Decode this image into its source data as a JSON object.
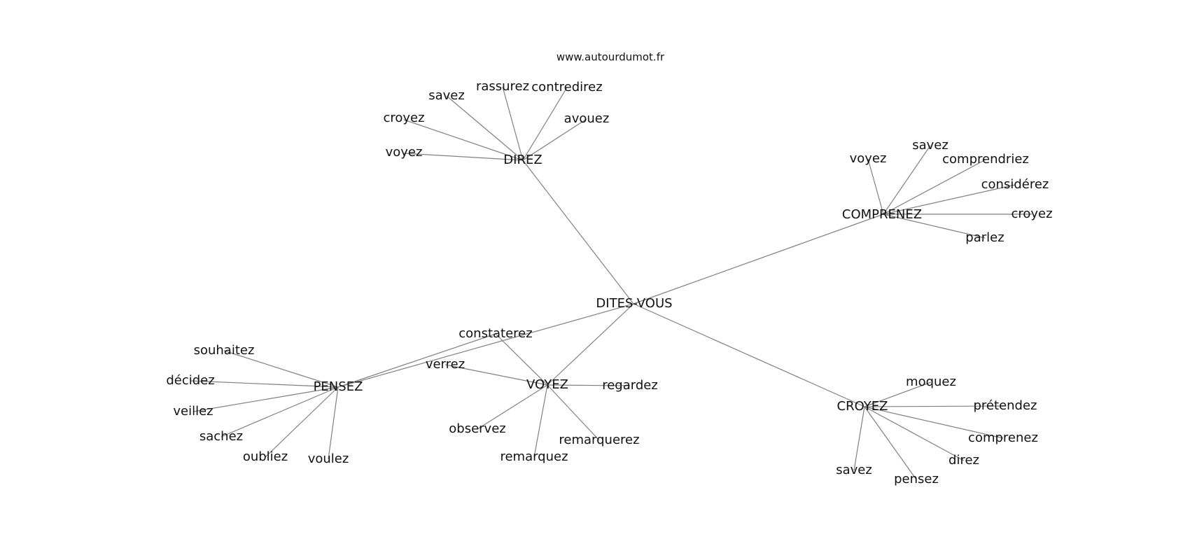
{
  "site": "www.autourdumot.fr",
  "graph": {
    "center": "DITES-VOUS",
    "hubs": [
      {
        "label": "DIREZ",
        "words": [
          "voyez",
          "croyez",
          "savez",
          "rassurez",
          "contredirez",
          "avouez"
        ]
      },
      {
        "label": "COMPRENEZ",
        "words": [
          "voyez",
          "savez",
          "comprendriez",
          "considérez",
          "croyez",
          "parlez"
        ]
      },
      {
        "label": "CROYEZ",
        "words": [
          "moquez",
          "prétendez",
          "comprenez",
          "direz",
          "pensez",
          "savez"
        ]
      },
      {
        "label": "VOYEZ",
        "words": [
          "constaterez",
          "verrez",
          "regardez",
          "remarquerez",
          "remarquez",
          "observez"
        ]
      },
      {
        "label": "PENSEZ",
        "words": [
          "souhaitez",
          "décidez",
          "veillez",
          "sachez",
          "oubliez",
          "voulez"
        ]
      }
    ]
  },
  "colors": {
    "edge": "#808080",
    "text": "#111111",
    "background": "#ffffff"
  }
}
